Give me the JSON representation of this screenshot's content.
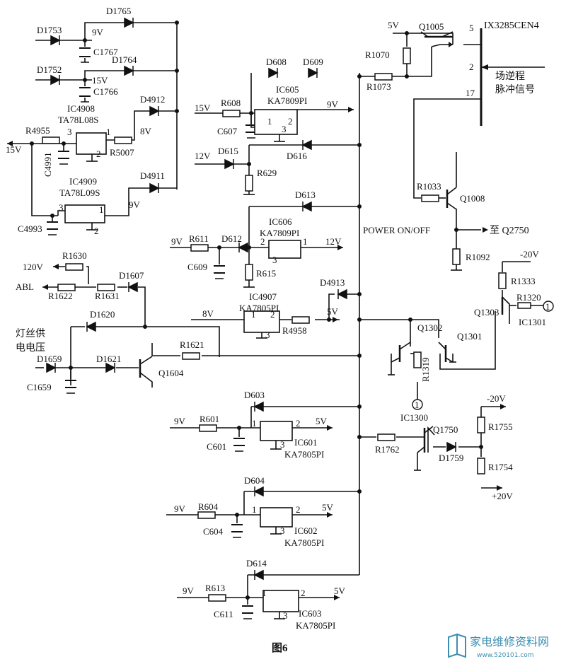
{
  "figure_title": "图6",
  "watermark": {
    "brand": "家电维修资料网",
    "url": "www.520101.com"
  },
  "components": {
    "diodes": [
      "D1765",
      "D1753",
      "D1752",
      "D1764",
      "D4912",
      "D4911",
      "D608",
      "D609",
      "D615",
      "D616",
      "D613",
      "D612",
      "D1607",
      "D1620",
      "D1659",
      "D1621",
      "D4913",
      "D603",
      "D604",
      "D614",
      "D1759"
    ],
    "resistors": [
      "R4955",
      "R5007",
      "R1070",
      "R1073",
      "R608",
      "R629",
      "R611",
      "R615",
      "R1630",
      "R1622",
      "R1631",
      "R1621",
      "R4958",
      "R601",
      "R604",
      "R613",
      "R1033",
      "R1092",
      "R1333",
      "R1320",
      "R1319",
      "R1762",
      "R1755",
      "R1754"
    ],
    "capacitors": [
      "C1767",
      "C1766",
      "C4991",
      "C4993",
      "C607",
      "C609",
      "C1659",
      "C601",
      "C604",
      "C611"
    ],
    "transistors": [
      "Q1005",
      "Q1008",
      "Q1604",
      "Q1302",
      "Q1301",
      "Q1303",
      "Q1750"
    ],
    "ics": [
      {
        "ref": "IC4908",
        "part": "TA78L08S"
      },
      {
        "ref": "IC4909",
        "part": "TA78L09S"
      },
      {
        "ref": "IC605",
        "part": "KA7809PI"
      },
      {
        "ref": "IC606",
        "part": "KA7809PI"
      },
      {
        "ref": "IC4907",
        "part": "KA7805PI"
      },
      {
        "ref": "IC601",
        "part": "KA7805PI"
      },
      {
        "ref": "IC602",
        "part": "KA7805PI"
      },
      {
        "ref": "IC603",
        "part": "KA7805PI"
      },
      {
        "ref": "IX3285CEN4",
        "part": ""
      }
    ]
  },
  "labels": {
    "v9": "9V",
    "v15": "15V",
    "v8": "8V",
    "v5": "5V",
    "v12": "12V",
    "v120": "120V",
    "vn20": "-20V",
    "vp20": "+20V",
    "abl": "ABL",
    "power": "POWER ON/OFF",
    "to_q2750": "至 Q2750",
    "flyback_1": "场逆程",
    "flyback_2": "脉冲信号",
    "heater_1": "灯丝供",
    "heater_2": "电电压",
    "ic1300": "IC1300",
    "ic1301": "IC1301",
    "node1": "1",
    "pin1": "1",
    "pin2": "2",
    "pin3": "3",
    "pin5": "5",
    "pin17": "17"
  }
}
